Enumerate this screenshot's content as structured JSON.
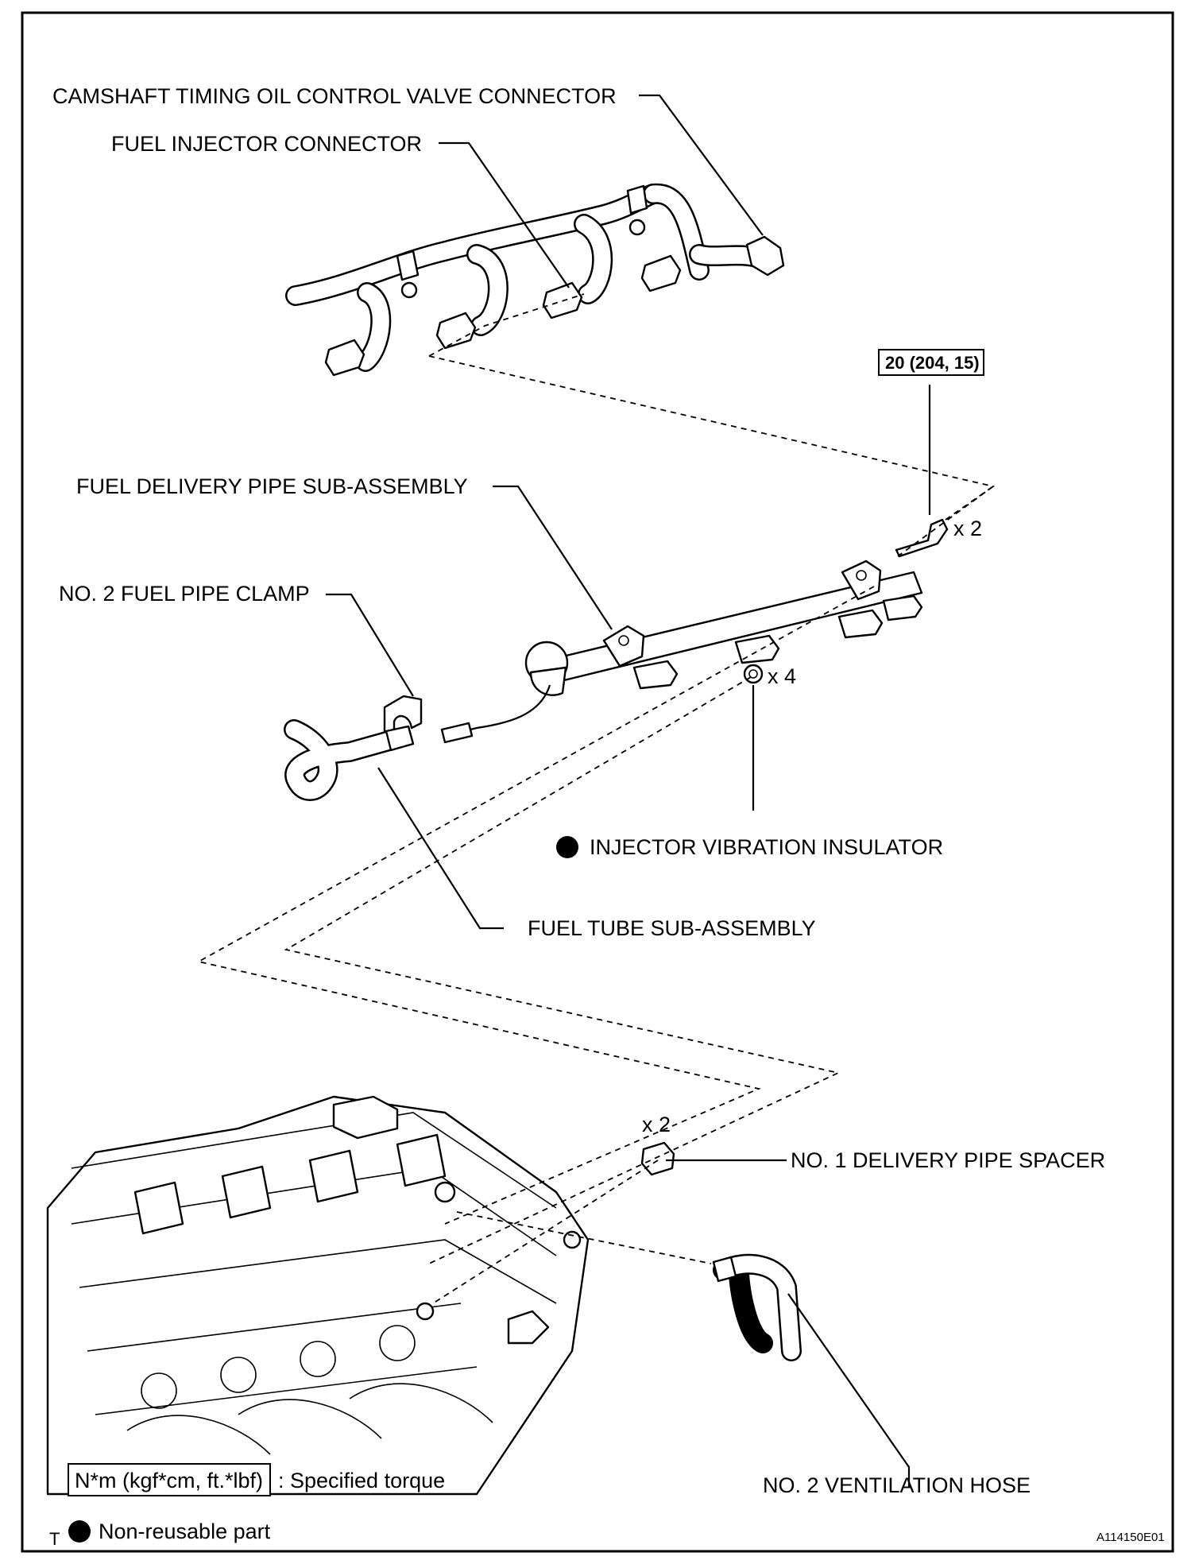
{
  "labels": {
    "camshaft_connector": "CAMSHAFT TIMING OIL CONTROL VALVE CONNECTOR",
    "fuel_injector_connector": "FUEL INJECTOR CONNECTOR",
    "fuel_delivery_pipe": "FUEL DELIVERY PIPE SUB-ASSEMBLY",
    "fuel_pipe_clamp": "NO. 2 FUEL PIPE CLAMP",
    "injector_vibration_insulator": "INJECTOR VIBRATION INSULATOR",
    "fuel_tube": "FUEL TUBE SUB-ASSEMBLY",
    "delivery_pipe_spacer": "NO. 1 DELIVERY PIPE SPACER",
    "ventilation_hose": "NO. 2 VENTILATION HOSE"
  },
  "torque_spec": "20 (204, 15)",
  "quantities": {
    "bolts": "x 2",
    "insulators": "x 4",
    "spacers": "x 2"
  },
  "legend": {
    "torque_box": "N*m (kgf*cm, ft.*lbf)",
    "torque_text": ": Specified torque",
    "marker": "T",
    "nonreusable_text": "Non-reusable part"
  },
  "figure_code": "A114150E01"
}
